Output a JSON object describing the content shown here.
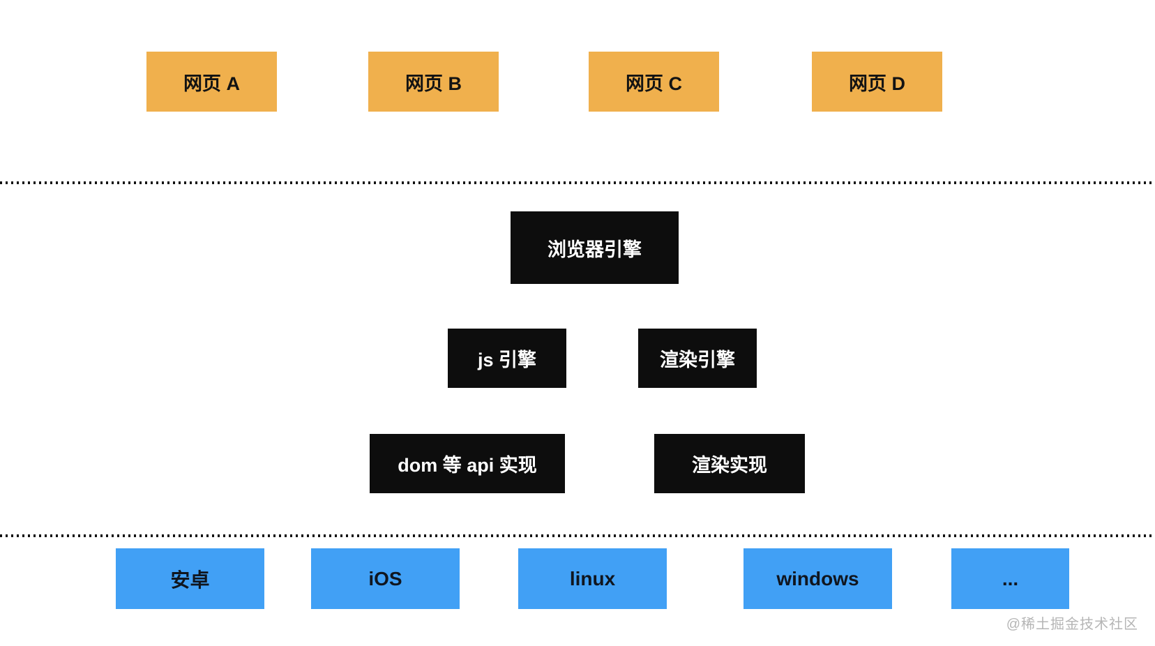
{
  "page": {
    "watermark": "@稀土掘金技术社区"
  },
  "colors": {
    "page_bg": "#ffffff",
    "webpage_box": "#f0b04d",
    "engine_box": "#0d0d0d",
    "platform_box": "#41a0f5",
    "dotted_line": "#111111",
    "watermark": "#b5b5b5"
  },
  "diagram": {
    "webpages": [
      {
        "label": "网页 A"
      },
      {
        "label": "网页 B"
      },
      {
        "label": "网页 C"
      },
      {
        "label": "网页 D"
      }
    ],
    "browser_engine": {
      "label": "浏览器引擎"
    },
    "engines": [
      {
        "label": "js 引擎"
      },
      {
        "label": "渲染引擎"
      }
    ],
    "implementations": [
      {
        "label": "dom 等 api 实现"
      },
      {
        "label": "渲染实现"
      }
    ],
    "platforms": [
      {
        "label": "安卓"
      },
      {
        "label": "iOS"
      },
      {
        "label": "linux"
      },
      {
        "label": "windows"
      },
      {
        "label": "..."
      }
    ]
  }
}
